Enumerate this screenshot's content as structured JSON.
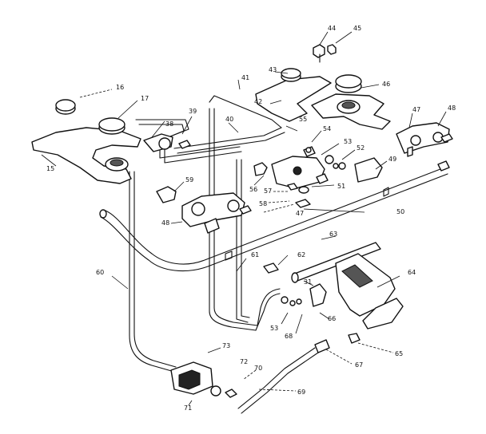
{
  "labels": {
    "p15": "15",
    "p16": "16",
    "p17": "17",
    "p38": "38",
    "p39": "39",
    "p40": "40",
    "p41": "41",
    "p42": "42",
    "p43": "43",
    "p44": "44",
    "p45": "45",
    "p46": "46",
    "p47": "47",
    "p48a": "48",
    "p48b": "48",
    "p49": "49",
    "p50": "50",
    "p51": "51",
    "p52": "52",
    "p53": "53",
    "p54": "54",
    "p55": "55",
    "p56": "56",
    "p57": "57",
    "p58": "58",
    "p59": "59",
    "p60": "60",
    "p61": "61",
    "p62": "62",
    "p63": "63",
    "p64": "64",
    "p65": "65",
    "p66": "66",
    "p67": "67",
    "p68": "68",
    "p69": "69",
    "p70": "70",
    "p71": "71",
    "p72": "72",
    "p73": "73",
    "p31": "31",
    "p47b": "47"
  }
}
